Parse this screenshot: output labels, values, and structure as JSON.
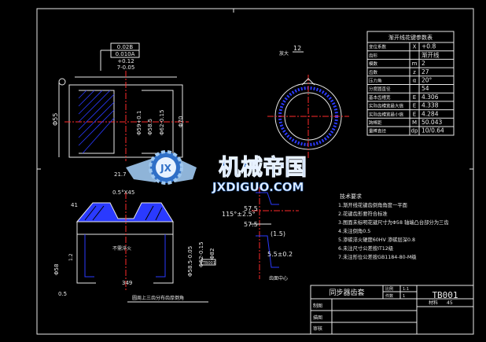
{
  "drawing": {
    "params_table_title": "渐开线花键参数表",
    "params": [
      {
        "name": "变位系数",
        "sym": "X",
        "val": "+0.8"
      },
      {
        "name": "齿形",
        "sym": "",
        "val": "渐开线"
      },
      {
        "name": "模数",
        "sym": "m",
        "val": "2"
      },
      {
        "name": "齿数",
        "sym": "z",
        "val": "27"
      },
      {
        "name": "压力角",
        "sym": "α",
        "val": "20°"
      },
      {
        "name": "分度圆直径",
        "sym": "",
        "val": "54"
      },
      {
        "name": "基本齿槽宽",
        "sym": "E",
        "val": "4.306"
      },
      {
        "name": "实际齿槽宽最大值",
        "sym": "E",
        "val": "4.338"
      },
      {
        "name": "实际齿槽宽最小值",
        "sym": "E",
        "val": "4.284"
      },
      {
        "name": "跨棒距",
        "sym": "M",
        "val": "50.043"
      },
      {
        "name": "量棒直径",
        "sym": "dp",
        "val": "10/0.64"
      }
    ],
    "tolerance_frame": [
      "0.02B",
      "0.010A"
    ],
    "dim_upper": "+0.12",
    "dim_upper2": "7-0.05",
    "dim_left": "Φ55",
    "dims_vertical": [
      "Φ59+0.1",
      "Φ58.5",
      "Φ62-0.15",
      "Φ70"
    ],
    "dim_217": "21.7",
    "view_label": "12",
    "view_tag": "放大",
    "chamfer": "0.5°X45",
    "dim_41": "41",
    "dims_bottom_left": [
      "Φ58",
      "1.2",
      "0.5"
    ],
    "dims_bottom_mid": [
      "Φ58.5-0.05",
      "Φ62-0.15",
      "Φ82"
    ],
    "dim_349": "349",
    "dim_115": "115°±2.5°",
    "dim_575a": "57.5",
    "dim_575b": "57.5",
    "dim_15": "(1.5)",
    "dim_55": "5.5±0.2",
    "note_label_a": "齿面中心",
    "note_label_b": "不需淬火",
    "hatch_note": "圆周上三齿分布齿厚倒角",
    "tech_title": "技术要求",
    "tech_req": [
      "1.渐开线花键齿倒角角度一平面",
      "2.花键齿形要符合标准",
      "3.图面未标明花键尺寸为Φ58 轴端凸台部分为三齿",
      "4.未注倒角0.5",
      "5.渗碳淬火硬度60HV 渗碳层深0.8",
      "6.未注尺寸公差按IT12级",
      "7.未注形位公差按GB1184-80-M级"
    ],
    "title_block": {
      "name": "同步器齿套",
      "sheet_label": "比例",
      "scale": "1:1",
      "qty_label": "件数",
      "qty": "1",
      "drawing_no": "TB001",
      "material_label": "材料",
      "material": "45",
      "row_labels": [
        "制图",
        "描图",
        "审核"
      ]
    },
    "small_tag": "TB001"
  },
  "watermark": {
    "title": "机械帝国",
    "url": "JXDIGUO.COM",
    "logo_letters": "JX"
  },
  "colors": {
    "bg": "#000000",
    "line": "#e8e8e8",
    "center": "#ff2a2a",
    "hatch": "#2a3aff",
    "watermark_blue": "#2f6fc7",
    "watermark_light": "#9fc8f0"
  }
}
